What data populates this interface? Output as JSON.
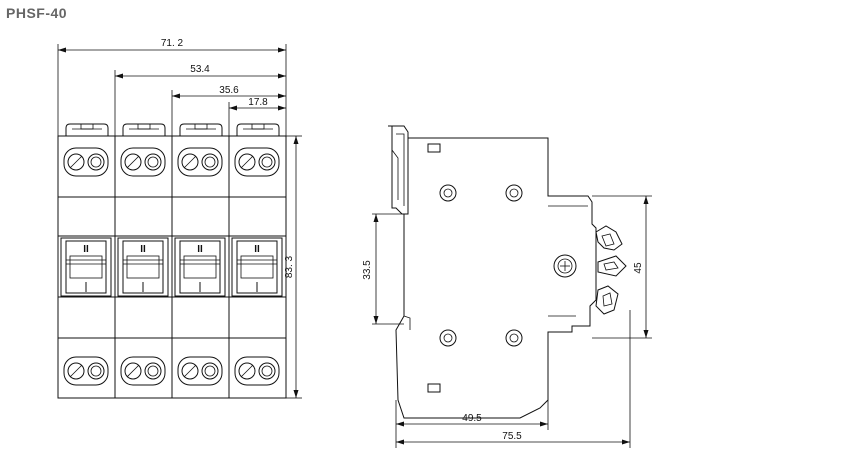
{
  "title": "PHSF-40",
  "front_view": {
    "dim_total_width": "71. 2",
    "dim_three_poles": "53.4",
    "dim_two_poles": "35.6",
    "dim_one_pole": "17.8",
    "dim_height": "83. 3",
    "handle_mark": "II"
  },
  "side_view": {
    "dim_rail_height": "33.5",
    "dim_profile_height": "45",
    "dim_front_depth": "49.5",
    "dim_total_depth": "75.5"
  },
  "colors": {
    "title": "#666666",
    "line": "#111111"
  }
}
